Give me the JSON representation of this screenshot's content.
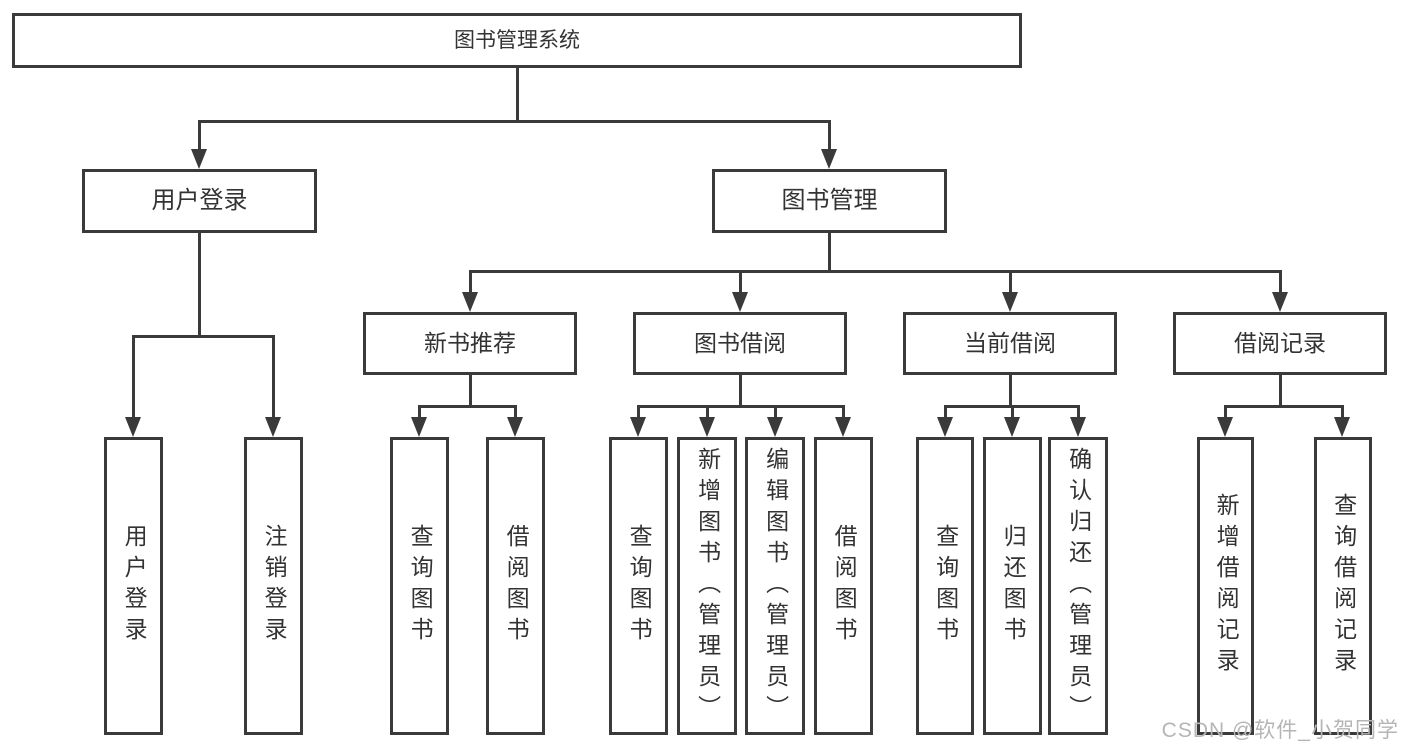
{
  "diagram": {
    "root": {
      "label": "图书管理系统"
    },
    "level2": [
      {
        "label": "用户登录"
      },
      {
        "label": "图书管理"
      }
    ],
    "level3": [
      {
        "label": "新书推荐"
      },
      {
        "label": "图书借阅"
      },
      {
        "label": "当前借阅"
      },
      {
        "label": "借阅记录"
      }
    ],
    "leaves": {
      "login": [
        "用户登录",
        "注销登录"
      ],
      "recommend": [
        "查询图书",
        "借阅图书"
      ],
      "borrow": [
        "查询图书",
        "新增图书（管理员）",
        "编辑图书（管理员）",
        "借阅图书"
      ],
      "current": [
        "查询图书",
        "归还图书",
        "确认归还（管理员）"
      ],
      "records": [
        "新增借阅记录",
        "查询借阅记录"
      ]
    }
  },
  "watermark": {
    "text": "CSDN @软件_小贺同学"
  },
  "colors": {
    "line": "#3a3a3a",
    "text": "#333333",
    "watermark": "#b5b5b5",
    "background": "#ffffff"
  }
}
